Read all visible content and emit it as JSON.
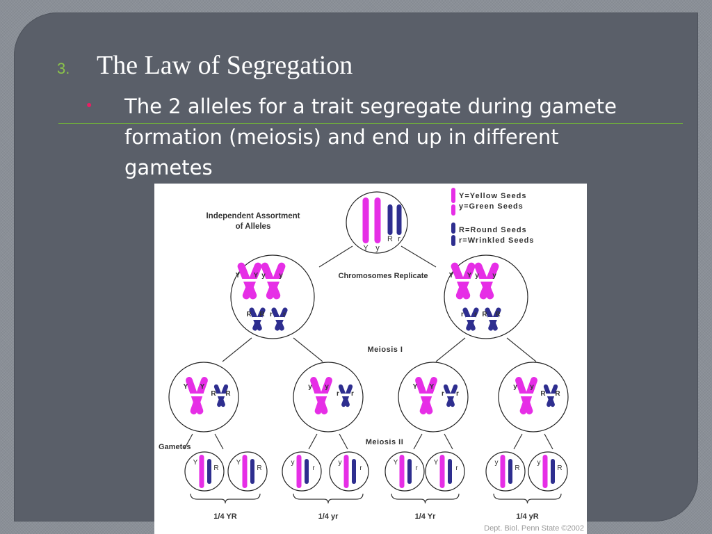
{
  "slide": {
    "number": "3.",
    "title": "The Law of Segregation",
    "bullet": "The 2 alleles for a trait segregate during gamete formation (meiosis) and end up in different gametes"
  },
  "diagram": {
    "heading_line1": "Independent Assortment",
    "heading_line2": "of Alleles",
    "legend": {
      "Y": "Y=Yellow Seeds",
      "y": "y=Green Seeds",
      "R": "R=Round Seeds",
      "r": "r=Wrinkled Seeds"
    },
    "labels": {
      "replicate": "Chromosomes Replicate",
      "meiosis1": "Meiosis I",
      "meiosis2": "Meiosis II",
      "gametes": "Gametes"
    },
    "top_cell": {
      "allele_pink_1": "Y",
      "allele_pink_2": "y",
      "allele_blue_1": "R",
      "allele_blue_2": "r"
    },
    "replicated_left": {
      "pink": [
        "Y",
        "Y",
        "y",
        "y"
      ],
      "blue": [
        "R",
        "R",
        "r",
        "r"
      ]
    },
    "replicated_right": {
      "pink": [
        "Y",
        "Y",
        "y",
        "y"
      ],
      "blue": [
        "r",
        "r",
        "R",
        "R"
      ]
    },
    "meiosis1_cells": [
      {
        "pink": [
          "Y",
          "Y"
        ],
        "blue": [
          "R",
          "R"
        ]
      },
      {
        "pink": [
          "y",
          "y"
        ],
        "blue": [
          "r",
          "r"
        ]
      },
      {
        "pink": [
          "Y",
          "Y"
        ],
        "blue": [
          "r",
          "r"
        ]
      },
      {
        "pink": [
          "y",
          "y"
        ],
        "blue": [
          "R",
          "R"
        ]
      }
    ],
    "gamete_cells": [
      {
        "pink": "Y",
        "blue": "R"
      },
      {
        "pink": "Y",
        "blue": "R"
      },
      {
        "pink": "y",
        "blue": "r"
      },
      {
        "pink": "y",
        "blue": "r"
      },
      {
        "pink": "Y",
        "blue": "r"
      },
      {
        "pink": "Y",
        "blue": "r"
      },
      {
        "pink": "y",
        "blue": "R"
      },
      {
        "pink": "y",
        "blue": "R"
      }
    ],
    "fractions": [
      "1/4 YR",
      "1/4 yr",
      "1/4 Yr",
      "1/4 yR"
    ],
    "credit": "Dept. Biol. Penn State ©2002",
    "colors": {
      "pink": "#e62ee6",
      "blue": "#2e2e8f"
    }
  }
}
